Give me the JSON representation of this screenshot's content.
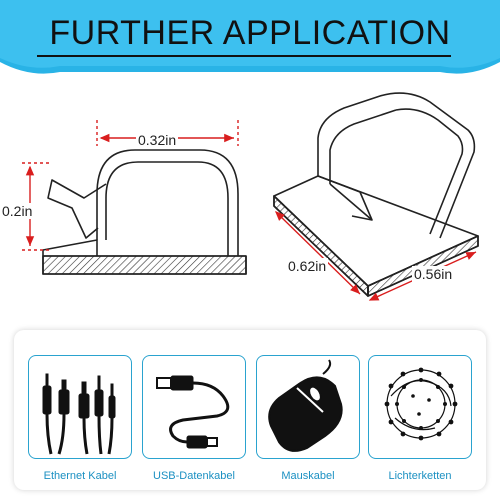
{
  "banner": {
    "title": "FURTHER APPLICATION",
    "accent_color": "#29b3e6"
  },
  "diagram": {
    "dimensions": {
      "width": "0.32in",
      "height": "0.2in",
      "length": "0.62in",
      "depth": "0.56in"
    },
    "dimension_color": "#d91e1e"
  },
  "applications": [
    {
      "label": "Ethernet Kabel",
      "icon": "av-cable-icon"
    },
    {
      "label": "USB-Datenkabel",
      "icon": "usb-cable-icon"
    },
    {
      "label": "Mauskabel",
      "icon": "mouse-icon"
    },
    {
      "label": "Lichterketten",
      "icon": "string-lights-icon"
    }
  ]
}
